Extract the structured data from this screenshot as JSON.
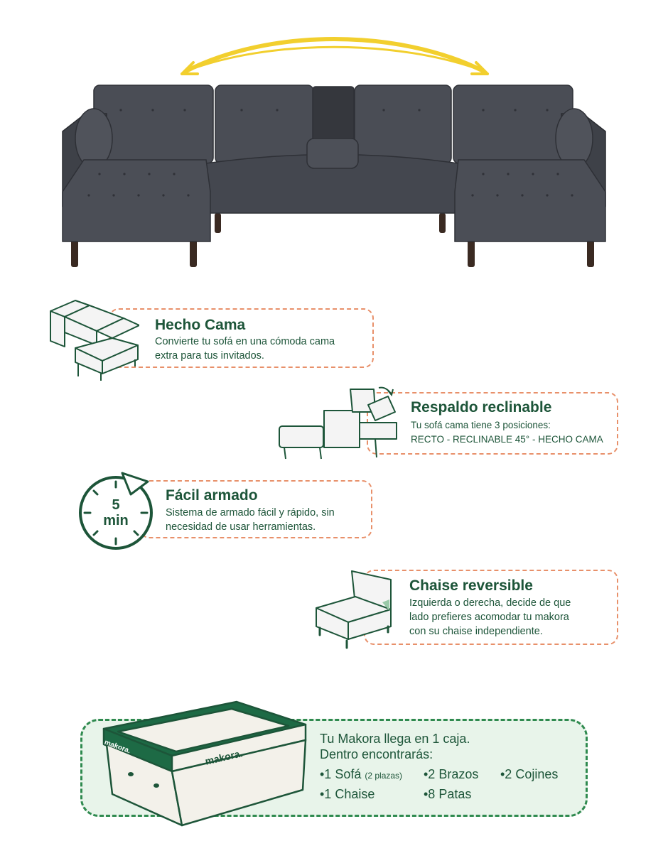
{
  "features": [
    {
      "id": "hecho-cama",
      "title": "Hecho Cama",
      "desc": [
        "Convierte tu sofá en una cómoda cama",
        "extra para tus invitados."
      ]
    },
    {
      "id": "respaldo",
      "title": "Respaldo reclinable",
      "desc": [
        "Tu sofá cama tiene 3 posiciones:",
        "RECTO - RECLINABLE 45° - HECHO CAMA"
      ]
    },
    {
      "id": "facil",
      "title": "Fácil armado",
      "desc": [
        "Sistema de armado fácil y rápido, sin",
        "necesidad de usar herramientas."
      ]
    },
    {
      "id": "chaise",
      "title": "Chaise reversible",
      "desc": [
        "Izquierda o derecha, decide de que",
        "lado prefieres acomodar tu makora",
        "con su chaise independiente."
      ]
    }
  ],
  "timer": {
    "number": "5",
    "unit": "min"
  },
  "box": {
    "line1": "Tu Makora llega en 1 caja.",
    "line2": "Dentro encontrarás:",
    "items": [
      {
        "label": "•1 Sofá",
        "note": "(2 plazas)"
      },
      {
        "label": "•2 Brazos",
        "note": ""
      },
      {
        "label": "•2 Cojines",
        "note": ""
      },
      {
        "label": "•1 Chaise",
        "note": ""
      },
      {
        "label": "•8 Patas",
        "note": ""
      }
    ],
    "brand": "makora."
  },
  "colors": {
    "accent": "#1d5539",
    "dashed": "#e8906a",
    "arrow": "#f2cf2e",
    "sofa": "#3b3e45"
  },
  "icons": [
    "swap-arrow-icon",
    "sofa-bed-icon",
    "recline-icon",
    "timer-icon",
    "chaise-icon",
    "box-icon"
  ]
}
